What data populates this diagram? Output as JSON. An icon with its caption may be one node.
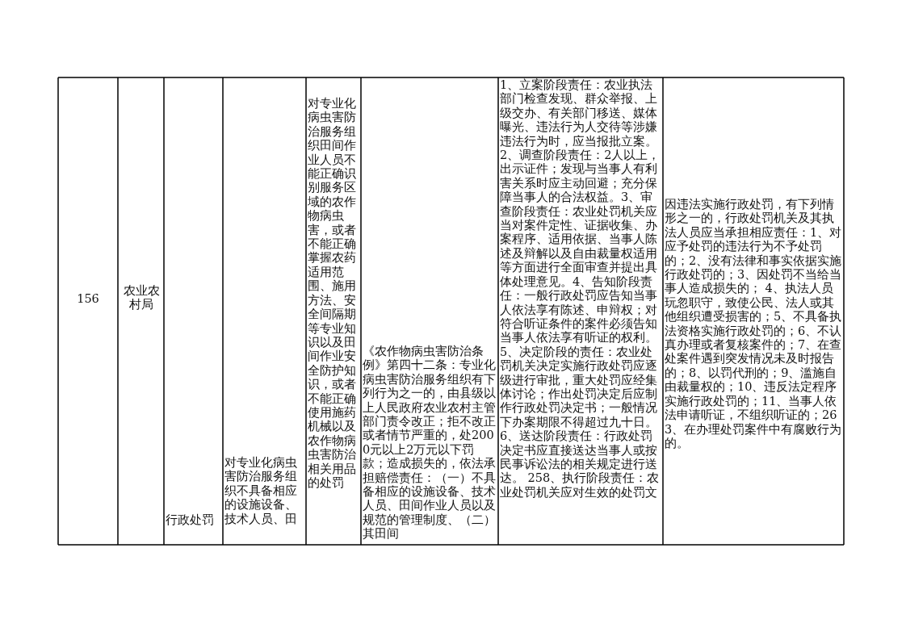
{
  "diagram": {
    "labels": [
      "156",
      "农业农村局",
      "行政处罚",
      "对专业化病虫害防治服务组织不具备相应的设施设备、技术人员、田",
      "对专业化病虫害防治服务组织田间作业人员不能正确识别服务区域的农作物病虫害，或者不能正确掌握农药适用范围、施用方法、安全间隔期等专业知识以及田间作业安全防护知识，或者不能正确使用施药机械以及农作物病虫害防治相关用品的处罚",
      "《农作物病虫害防治条例》第四十二条：专业化病虫害防治服务组织有下列行为之一的，由县级以上人民政府农业农村主管部门责令改正；拒不改正或者情节严重的，处2000元以上2万元以下罚款；造成损失的，依法承担赔偿责任：（一）不具备相应的设施设备、技术人员、田间作业人员以及规范的管理制度、（二）其田间",
      "1、立案阶段责任：农业执法部门检查发现、群众举报、上级交办、有关部门移送、媒体曝光、违法行为人交待等涉嫌违法行为时，应当报批立案。2、调查阶段责任：2人以上，出示证件；发现与当事人有利害关系时应主动回避；充分保障当事人的合法权益。3、审查阶段责任：农业处罚机关应当对案件定性、证据收集、办案程序、适用依据、当事人陈述及辩解以及自由裁量权适用等方面进行全面审查并提出具体处理意见。4、告知阶段责任：一般行政处罚应告知当事人依法享有陈述、申辩权；对符合听证条件的案件必须告知当事人依法享有听证的权利。5、决定阶段的责任：农业处罚机关决定实施行政处罚应逐级进行审批，重大处罚应经集体讨论；作出处罚决定后应制作行政处罚决定书；一般情况下办案期限不得超过九十日。6、送达阶段责任：行政处罚决定书应直接送达当事人或按民事诉讼法的相关规定进行送达。 258、执行阶段责任：农业处罚机关应对生效的处罚文",
      "因违法实施行政处罚，有下列情形之一的，行政处罚机关及其执法人员应当承担相应责任：1、对应予处罚的违法行为不予处罚的；2、没有法律和事实依据实施行政处罚的；3、因处罚不当给当事人造成损失的； 4、执法人员玩忽职守，致使公民、法人或其他组织遭受损害的；5、不具备执法资格实施行政处罚的；6、不认真办理或者复核案件的；7、在查处案件遇到突发情况未及时报告的；8、以罚代刑的；9、滥施自由裁量权的；10、违反法定程序实施行政处罚的；11、当事人依法申请听证，不组织听证的；263、在办理处罚案件中有腐败行为的。"
    ]
  }
}
